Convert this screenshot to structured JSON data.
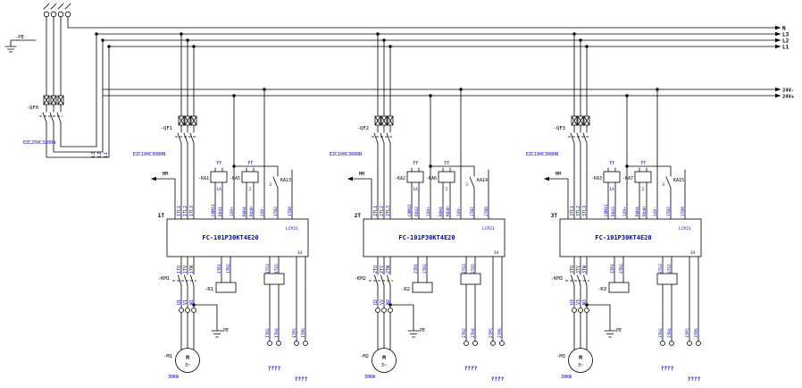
{
  "bus": {
    "n": "N",
    "l3": "L3",
    "l2": "L2",
    "l1": "L1",
    "v_minus": "24V-",
    "v_plus": "24V+"
  },
  "incoming": {
    "pe": "-PE",
    "qf0_tag": "-QF0",
    "qf0_model": "EZC250C3200N",
    "riser_l3": "L3",
    "riser_l2": "L2",
    "riser_l1": "L1"
  },
  "sections": [
    {
      "qf_tag": "-QF1",
      "qf_model": "EZC100C3080N",
      "mm": "MM",
      "q_a": "??",
      "q_b": "??",
      "ka_a_tag": "-KA1",
      "ka_b_tag": "-KA5",
      "ka_c_tag": "KA13",
      "num_a": "1A",
      "num_b": "2",
      "num_c": "3",
      "t1": "1TL1",
      "t2": "1TL2",
      "t3": "1TL3",
      "t_com": "COM41",
      "t_do": "DO41",
      "t_24p": "24V+",
      "t_ro1": "ROH4",
      "t_ro2": "RO4H",
      "t_24m": "24V-",
      "t_b2": "1TB2",
      "t_b9": "1TB9",
      "drive_tag": "1T",
      "drive_model": "FC-101P30KT4E20",
      "lcp": "LCP21",
      "corner": "34",
      "bu": "1TU",
      "bv": "1TV",
      "bw": "1TW",
      "br1": "1TR1",
      "br2": "1TR2",
      "bs3": "1TS3",
      "bs5": "1TS5",
      "km_tag": "-KM1",
      "pu": "U1",
      "pv": "V1",
      "pw": "W1",
      "r_tag": "-R1",
      "pe": "-PE",
      "la1": "1TH2",
      "la2": "1TH4",
      "lb1": "1TP5",
      "lb2": "1TP6",
      "m_tag": "-M1",
      "m_m": "M",
      "m_ph": "3~",
      "m_kw": "30KW",
      "qa": "????",
      "qb": "????"
    },
    {
      "qf_tag": "-QF2",
      "qf_model": "EZC100C3080N",
      "mm": "MM",
      "q_a": "??",
      "q_b": "??",
      "ka_a_tag": "-KA2",
      "ka_b_tag": "-KA6",
      "ka_c_tag": "KA14",
      "num_a": "1A",
      "num_b": "2",
      "num_c": "3",
      "t1": "2TL1",
      "t2": "2TL2",
      "t3": "2TL3",
      "t_com": "COM42",
      "t_do": "DO42",
      "t_24p": "24V+",
      "t_ro1": "ROH4",
      "t_ro2": "RO4H",
      "t_24m": "24V-",
      "t_b2": "2TB2",
      "t_b9": "2TB9",
      "drive_tag": "2T",
      "drive_model": "FC-101P30KT4E20",
      "lcp": "LCP21",
      "corner": "34",
      "bu": "2TU",
      "bv": "2TV",
      "bw": "2TW",
      "br1": "2TR1",
      "br2": "2TR2",
      "bs3": "2TS3",
      "bs5": "2TS5",
      "km_tag": "-KM2",
      "pu": "U2",
      "pv": "V2",
      "pw": "W2",
      "r_tag": "-R2",
      "pe": "-PE",
      "la1": "2TH2",
      "la2": "2TH4",
      "lb1": "2TP5",
      "lb2": "2TP6",
      "m_tag": "-M2",
      "m_m": "M",
      "m_ph": "3~",
      "m_kw": "30KW",
      "qa": "????",
      "qb": "????"
    },
    {
      "qf_tag": "-QF3",
      "qf_model": "EZC100C3080N",
      "mm": "MM",
      "q_a": "??",
      "q_b": "??",
      "ka_a_tag": "-KA3",
      "ka_b_tag": "-KA7",
      "ka_c_tag": "KA15",
      "num_a": "1A",
      "num_b": "2",
      "num_c": "3",
      "t1": "3TL1",
      "t2": "3TL2",
      "t3": "3TL3",
      "t_com": "COM43",
      "t_do": "DO43",
      "t_24p": "24V+",
      "t_ro1": "ROH4",
      "t_ro2": "RO4H",
      "t_24m": "24V-",
      "t_b2": "3TB2",
      "t_b9": "3TB9",
      "drive_tag": "3T",
      "drive_model": "FC-101P30KT4E20",
      "lcp": "LCP21",
      "corner": "34",
      "bu": "3TU",
      "bv": "3TV",
      "bw": "3TW",
      "br1": "3TR1",
      "br2": "3TR2",
      "bs3": "3TS3",
      "bs5": "3TS5",
      "km_tag": "-KM3",
      "pu": "U3",
      "pv": "V3",
      "pw": "W3",
      "r_tag": "-R3",
      "pe": "-PE",
      "la1": "3TH2",
      "la2": "3TH4",
      "lb1": "3TP5",
      "lb2": "3TP6",
      "m_tag": "-M3",
      "m_m": "M",
      "m_ph": "3~",
      "m_kw": "30KW",
      "qa": "????",
      "qb": "????"
    }
  ]
}
